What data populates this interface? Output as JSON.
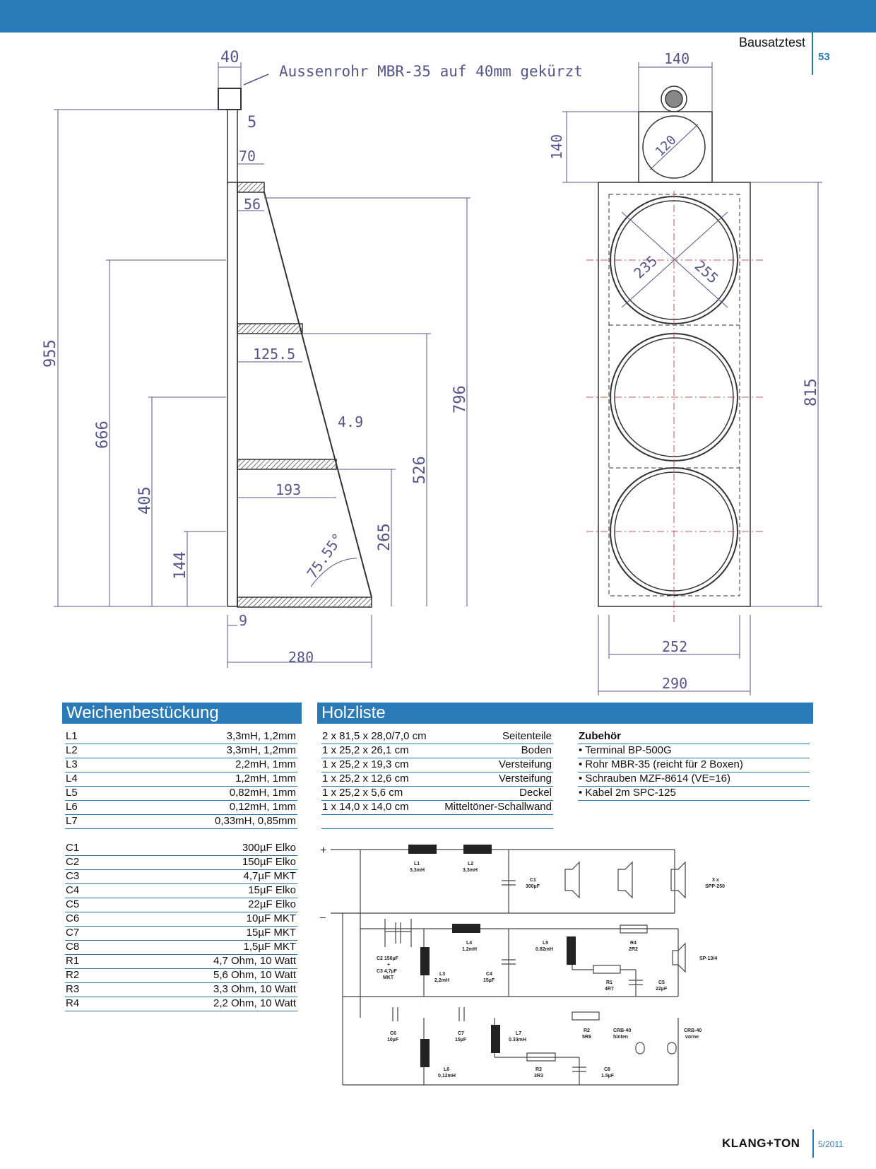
{
  "header": {
    "section": "Bausatztest",
    "page": "53"
  },
  "drawing": {
    "side": {
      "d40": "40",
      "note": "Aussenrohr MBR-35 auf 40mm gekürzt",
      "d5": "5",
      "d70": "70",
      "d56": "56",
      "d955": "955",
      "d666": "666",
      "d405": "405",
      "d144": "144",
      "d1255": "125.5",
      "d49": "4.9",
      "d193": "193",
      "d796": "796",
      "d526": "526",
      "d265": "265",
      "angle": "75.55°",
      "d9": "9",
      "d280": "280"
    },
    "front": {
      "d140w": "140",
      "d140h": "140",
      "d120": "120",
      "d235": "235",
      "d255": "255",
      "d815": "815",
      "d252": "252",
      "d290": "290"
    }
  },
  "weichen": {
    "title": "Weichenbestückung",
    "coils": [
      {
        "id": "L1",
        "val": "3,3mH, 1,2mm"
      },
      {
        "id": "L2",
        "val": "3,3mH, 1,2mm"
      },
      {
        "id": "L3",
        "val": "2,2mH, 1mm"
      },
      {
        "id": "L4",
        "val": "1,2mH, 1mm"
      },
      {
        "id": "L5",
        "val": "0,82mH, 1mm"
      },
      {
        "id": "L6",
        "val": "0,12mH, 1mm"
      },
      {
        "id": "L7",
        "val": "0,33mH, 0,85mm"
      }
    ],
    "caps": [
      {
        "id": "C1",
        "val": "300µF Elko"
      },
      {
        "id": "C2",
        "val": "150µF Elko"
      },
      {
        "id": "C3",
        "val": "4,7µF MKT"
      },
      {
        "id": "C4",
        "val": "15µF Elko"
      },
      {
        "id": "C5",
        "val": "22µF Elko"
      },
      {
        "id": "C6",
        "val": "10µF MKT"
      },
      {
        "id": "C7",
        "val": "15µF MKT"
      },
      {
        "id": "C8",
        "val": "1,5µF MKT"
      }
    ],
    "res": [
      {
        "id": "R1",
        "val": "4,7 Ohm, 10 Watt"
      },
      {
        "id": "R2",
        "val": "5,6 Ohm, 10 Watt"
      },
      {
        "id": "R3",
        "val": "3,3 Ohm, 10 Watt"
      },
      {
        "id": "R4",
        "val": "2,2 Ohm, 10 Watt"
      }
    ]
  },
  "holz": {
    "title": "Holzliste",
    "items": [
      {
        "dim": "2 x 81,5 x 28,0/7,0 cm",
        "part": "Seitenteile"
      },
      {
        "dim": "1 x 25,2 x 26,1 cm",
        "part": "Boden"
      },
      {
        "dim": "1 x 25,2 x 19,3 cm",
        "part": "Versteifung"
      },
      {
        "dim": "1 x 25,2 x 12,6 cm",
        "part": "Versteifung"
      },
      {
        "dim": "1 x 25,2 x 5,6 cm",
        "part": "Deckel"
      },
      {
        "dim": "1 x 14,0 x 14,0 cm",
        "part": "Mitteltöner-Schallwand"
      }
    ]
  },
  "zubehoer": {
    "title": "Zubehör",
    "items": [
      "• Terminal BP-500G",
      "• Rohr MBR-35 (reicht für 2 Boxen)",
      "• Schrauben MZF-8614 (VE=16)",
      "• Kabel 2m SPC-125"
    ]
  },
  "circuit": {
    "plus": "+",
    "minus": "_",
    "L1": "L1",
    "L1v": "3,3mH",
    "L2": "L2",
    "L2v": "3,3mH",
    "C1": "C1",
    "C1v": "300µF",
    "spp": "3 x",
    "sppv": "SPP-250",
    "C2C3a": "C2 150µF",
    "C2C3b": "+",
    "C2C3c": "C3 4,7µF",
    "C2C3d": "MKT",
    "L3": "L3",
    "L3v": "2,2mH",
    "L4": "L4",
    "L4v": "1.2mH",
    "C4": "C4",
    "C4v": "15µF",
    "L5": "L5",
    "L5v": "0.82mH",
    "R4": "R4",
    "R4v": "2R2",
    "R1": "R1",
    "R1v": "4R7",
    "C5": "C5",
    "C5v": "22µF",
    "sp13": "SP-13/4",
    "C6": "C6",
    "C6v": "10µF",
    "C7": "C7",
    "C7v": "15µF",
    "L6": "L6",
    "L6v": "0,12mH",
    "L7": "L7",
    "L7v": "0.33mH",
    "R2": "R2",
    "R2v": "5R6",
    "R3": "R3",
    "R3v": "3R3",
    "C8": "C8",
    "C8v": "1.5µF",
    "crbh": "CRB-40",
    "crbhv": "hinten",
    "crbv": "CRB-40",
    "crbvv": "vorne"
  },
  "footer": {
    "brand": "KLANG+TON",
    "issue": "5/2011"
  }
}
